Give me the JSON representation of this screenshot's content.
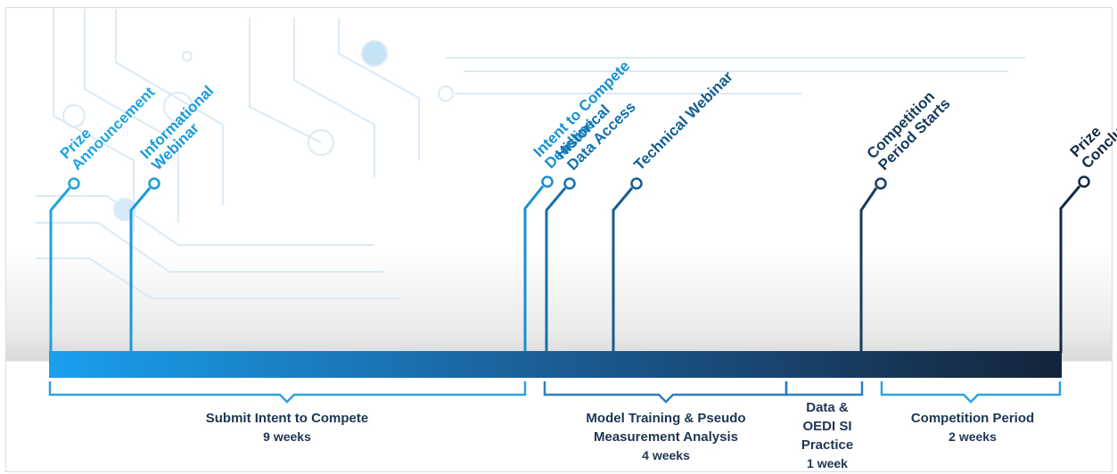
{
  "milestones": [
    {
      "id": "prize-announcement",
      "lines": [
        "Prize",
        "Announcement"
      ],
      "color": "#1fa3e3"
    },
    {
      "id": "informational-webinar",
      "lines": [
        "Informational",
        "Webinar"
      ],
      "color": "#1a9adc"
    },
    {
      "id": "intent-deadline",
      "lines": [
        "Intent to Compete",
        "Deadline"
      ],
      "color": "#1790d2"
    },
    {
      "id": "historical-data-access",
      "lines": [
        "Historical",
        "Data Access"
      ],
      "color": "#1470ad"
    },
    {
      "id": "technical-webinar",
      "lines": [
        "Technical Webinar"
      ],
      "color": "#135d93"
    },
    {
      "id": "competition-period-starts",
      "lines": [
        "Competition",
        "Period Starts"
      ],
      "color": "#163c5e"
    },
    {
      "id": "prize-conclusion",
      "lines": [
        "Prize",
        "Conclusion"
      ],
      "color": "#142a43"
    }
  ],
  "phases": [
    {
      "id": "submit-intent",
      "label_lines": [
        "Submit Intent to Compete"
      ],
      "duration": "9 weeks"
    },
    {
      "id": "model-training",
      "label_lines": [
        "Model Training & Pseudo",
        "Measurement Analysis"
      ],
      "duration": "4 weeks"
    },
    {
      "id": "data-practice",
      "label_lines": [
        "Data &",
        "OEDI SI",
        "Practice"
      ],
      "duration": "1 week"
    },
    {
      "id": "competition-period",
      "label_lines": [
        "Competition Period"
      ],
      "duration": "2 weeks"
    }
  ],
  "colors": {
    "bar_start": "#1aa0ee",
    "bar_mid": "#1b5c94",
    "bar_end": "#14243a",
    "bracket_light": "#2aa3e3",
    "bracket_dark": "#2b7fc2",
    "text_dark": "#1e3554",
    "circuit": "#dceaf6"
  }
}
